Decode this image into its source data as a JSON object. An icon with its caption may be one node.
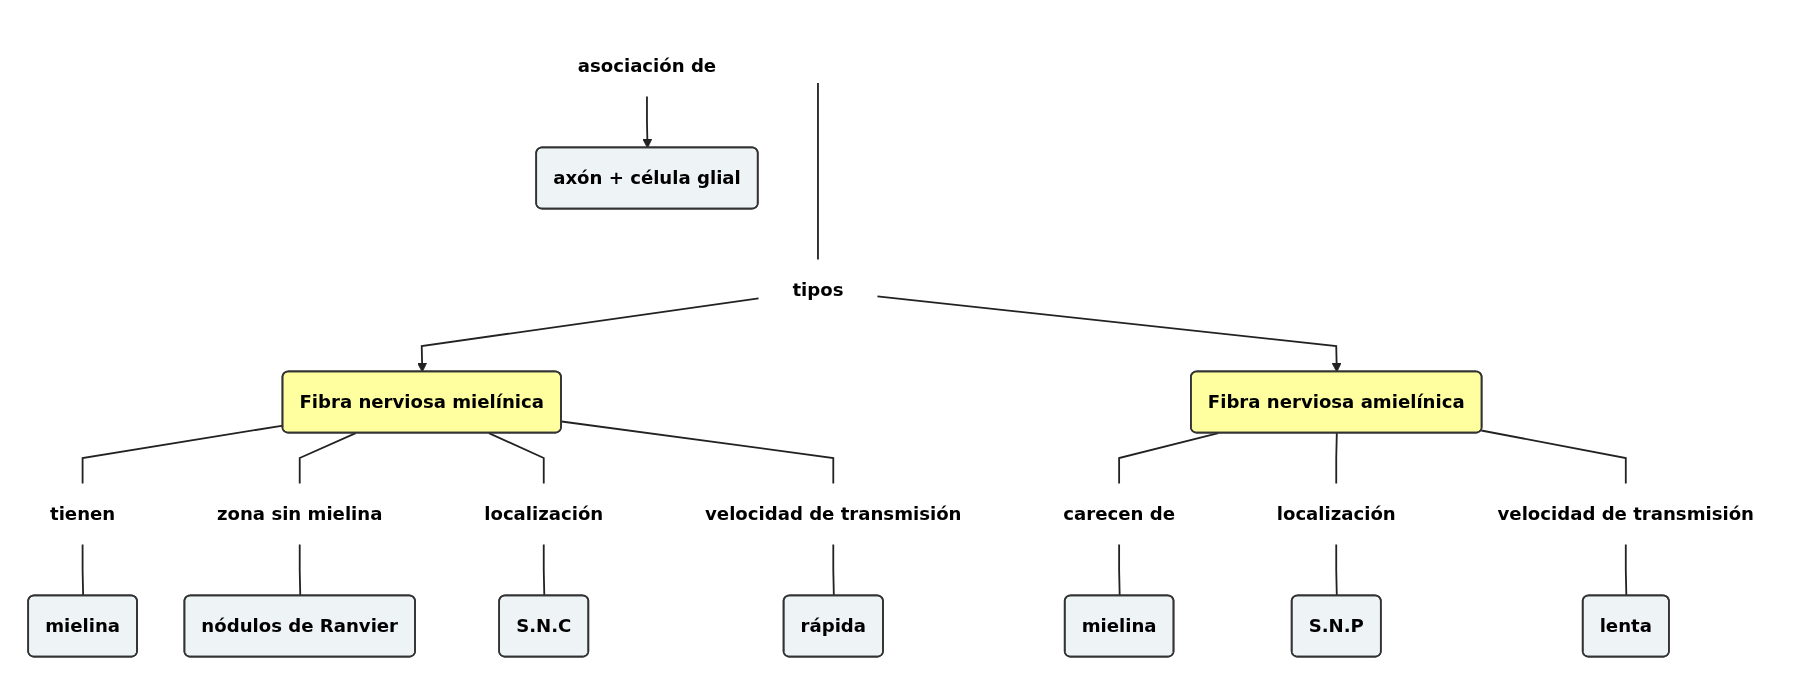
{
  "diagram": {
    "nodes": [
      {
        "text": [
          "asociación de"
        ]
      },
      {
        "text": [
          "tipos"
        ]
      },
      {
        "text": [
          "axón + célula glial"
        ]
      },
      {
        "text": [
          "Fibra nerviosa mielínica"
        ]
      },
      {
        "text": [
          "Fibra nerviosa amielínica"
        ]
      },
      {
        "text": [
          "tienen"
        ]
      },
      {
        "text": [
          "zona sin mielina"
        ]
      },
      {
        "text": [
          "localización"
        ]
      },
      {
        "text": [
          "velocidad de transmisión"
        ]
      },
      {
        "text": [
          "carecen de"
        ]
      },
      {
        "text": [
          "localización"
        ]
      },
      {
        "text": [
          "velocidad de transmisión"
        ]
      },
      {
        "text": [
          "mielina"
        ]
      },
      {
        "text": [
          "nódulos de Ranvier"
        ]
      },
      {
        "text": [
          "S.N.C"
        ]
      },
      {
        "text": [
          "rápida"
        ]
      },
      {
        "text": [
          "mielina"
        ]
      },
      {
        "text": [
          "S.N.P"
        ]
      },
      {
        "text": [
          "lenta"
        ]
      }
    ],
    "edges": [
      {
        "from": null,
        "to": 1,
        "arrow": "none"
      },
      {
        "from": 0,
        "to": 2,
        "arrow": "to"
      },
      {
        "from": 1,
        "to": 3,
        "arrow": "to"
      },
      {
        "from": 1,
        "to": 4,
        "arrow": "to"
      },
      {
        "from": 3,
        "to": 5,
        "arrow": "none"
      },
      {
        "from": 3,
        "to": 6,
        "arrow": "none"
      },
      {
        "from": 3,
        "to": 7,
        "arrow": "none"
      },
      {
        "from": 3,
        "to": 8,
        "arrow": "none"
      },
      {
        "from": 4,
        "to": 9,
        "arrow": "none"
      },
      {
        "from": 4,
        "to": 10,
        "arrow": "none"
      },
      {
        "from": 4,
        "to": 11,
        "arrow": "none"
      },
      {
        "from": 5,
        "to": 12,
        "arrow": "none"
      },
      {
        "from": 6,
        "to": 13,
        "arrow": "none"
      },
      {
        "from": 7,
        "to": 14,
        "arrow": "none"
      },
      {
        "from": 8,
        "to": 15,
        "arrow": "none"
      },
      {
        "from": 9,
        "to": 16,
        "arrow": "none"
      },
      {
        "from": 10,
        "to": 17,
        "arrow": "none"
      },
      {
        "from": 11,
        "to": 18,
        "arrow": "none"
      }
    ]
  }
}
